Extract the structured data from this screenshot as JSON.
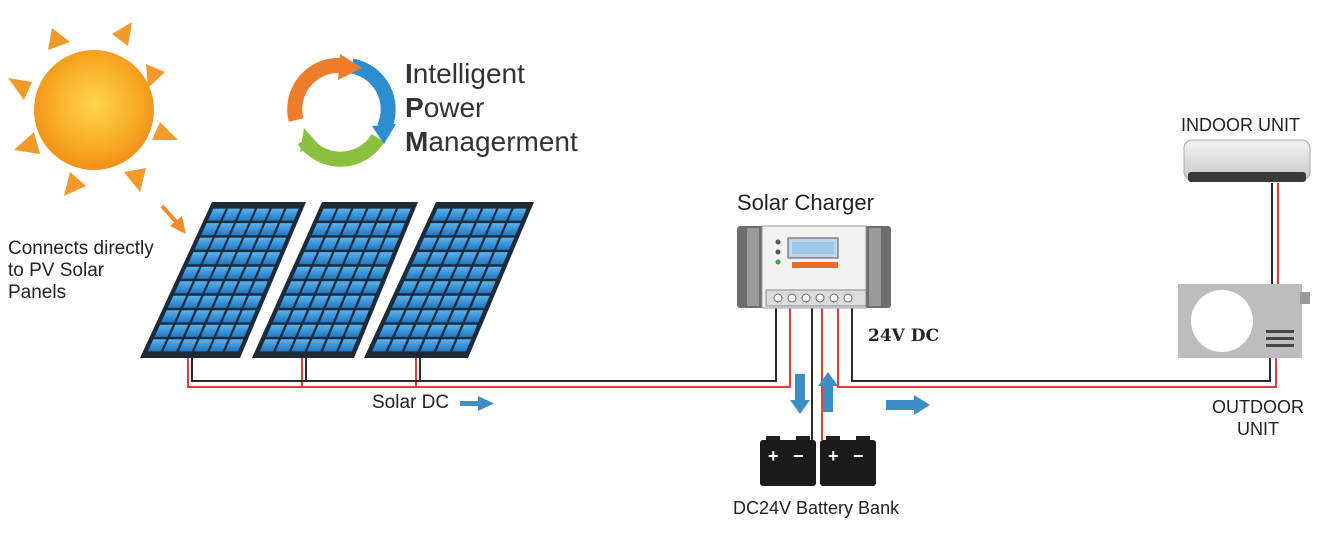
{
  "logo": {
    "line1_initial": "I",
    "line1_rest": "ntelligent",
    "line2_initial": "P",
    "line2_rest": "ower",
    "line3_initial": "M",
    "line3_rest": "anagerment",
    "colors": {
      "orange": "#ee7d2b",
      "blue": "#2c8ecf",
      "green": "#8ac03d"
    }
  },
  "sun": {
    "note_line1": "Connects directly",
    "note_line2": "to PV Solar",
    "note_line3": "Panels"
  },
  "charger": {
    "title": "Solar Charger"
  },
  "labels": {
    "solar_dc": "Solar DC",
    "dc_out": "24V  DC",
    "battery_bank": "DC24V Battery Bank",
    "indoor_unit": "INDOOR UNIT",
    "outdoor_unit_line1": "OUTDOOR",
    "outdoor_unit_line2": "UNIT"
  },
  "battery_terminals": {
    "plus": "+",
    "minus": "−"
  },
  "colors": {
    "wire_red": "#e43b3b",
    "wire_black": "#2a2a2a",
    "flow_arrow": "#3e8ec6",
    "panel_cell": "#2e8fd6",
    "sun": "#f7a823"
  }
}
